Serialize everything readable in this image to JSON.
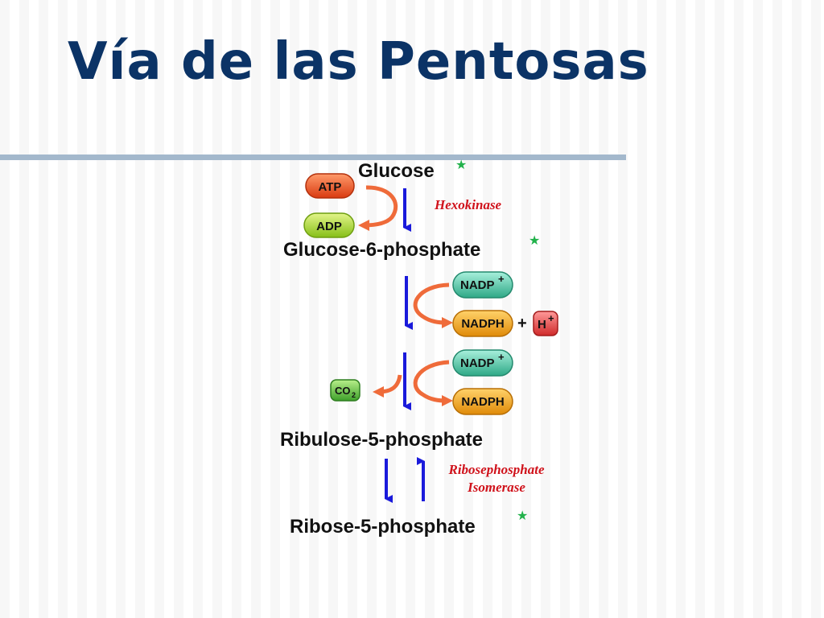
{
  "slide": {
    "title": "Vía de las Pentosas"
  },
  "pathway": {
    "glucose": "Glucose",
    "g6p": "Glucose-6-phosphate",
    "ru5p": "Ribulose-5-phosphate",
    "r5p": "Ribose-5-phosphate",
    "hexokinase": "Hexokinase",
    "rpi_line1": "Ribosephosphate",
    "rpi_line2": "Isomerase",
    "atp": "ATP",
    "adp": "ADP",
    "nadp": "NADP",
    "nadp_charge": "+",
    "nadph": "NADPH",
    "plus": "+",
    "h": "H",
    "h_charge": "+",
    "co2": "CO",
    "co2_sub": "2",
    "star": "★"
  },
  "colors": {
    "title": "#0b3366",
    "rule": "#a3b8cc",
    "reaction_arrow": "#1a1adb",
    "side_arrow": "#ef6b3a",
    "enzyme_text": "#d0121b",
    "atp_pill": "#e84a1f",
    "adp_pill": "#a6d72a",
    "nadp_pill": "#4fc7a5",
    "nadph_pill": "#f2a219",
    "h_pill": "#e64a4a",
    "co2_pill": "#58bf3a",
    "star": "#21b14a"
  }
}
